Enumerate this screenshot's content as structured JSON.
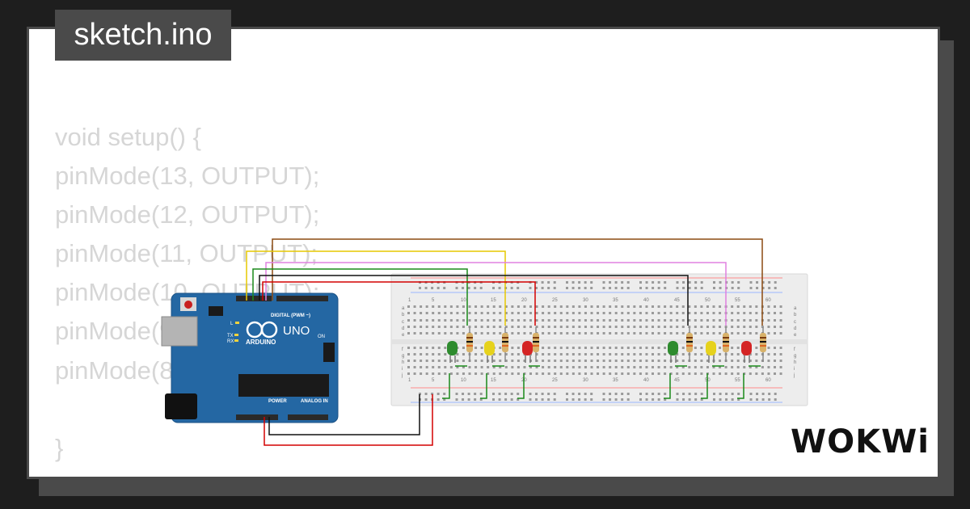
{
  "tab": {
    "title": "sketch.ino"
  },
  "code": {
    "lines": [
      "void setup() {",
      "pinMode(13, OUTPUT);",
      "pinMode(12, OUTPUT);",
      "pinMode(11, OUTPUT);",
      "pinMode(10, OUTPUT);",
      "pinMode(9, OUTPUT);",
      "pinMode(8, OUTPUT);",
      "",
      "}"
    ]
  },
  "brand": {
    "logo": "WOKWi"
  },
  "arduino": {
    "model": "UNO",
    "brand": "ARDUINO",
    "digital_label": "DIGITAL (PWM ~)",
    "analog_label": "ANALOG IN",
    "power_label": "POWER",
    "on_label": "ON",
    "tx_label": "TX",
    "rx_label": "RX",
    "l_label": "L",
    "color": "#2467a3"
  },
  "breadboard": {
    "column_numbers": [
      "1",
      "5",
      "10",
      "15",
      "20",
      "25",
      "30",
      "35",
      "40",
      "45",
      "50",
      "55",
      "60"
    ],
    "row_letters_top": [
      "a",
      "b",
      "c",
      "d",
      "e"
    ],
    "row_letters_bottom": [
      "f",
      "g",
      "h",
      "i",
      "j"
    ]
  },
  "leds": [
    {
      "color": "green",
      "fill": "#2e8b2e"
    },
    {
      "color": "yellow",
      "fill": "#e6d21c"
    },
    {
      "color": "red",
      "fill": "#d42424"
    },
    {
      "color": "green",
      "fill": "#2e8b2e"
    },
    {
      "color": "yellow",
      "fill": "#e6d21c"
    },
    {
      "color": "red",
      "fill": "#d42424"
    }
  ],
  "wire_colors": {
    "brown": "#8b4a10",
    "yellow": "#e6c800",
    "violet": "#e080e0",
    "green": "#1a8a1a",
    "black": "#111111",
    "red": "#d40000"
  }
}
